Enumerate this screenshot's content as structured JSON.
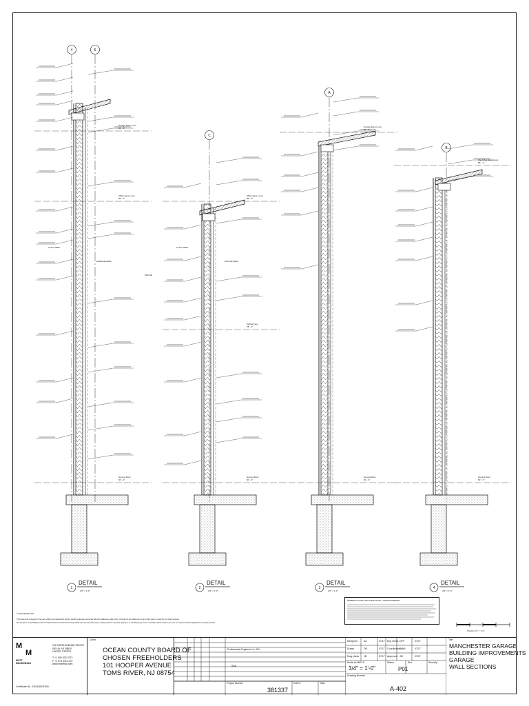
{
  "details": [
    {
      "number": "1",
      "title": "DETAIL",
      "scale": "3/4\" = 1'-0\"",
      "grids": [
        "4",
        "5"
      ],
      "levels": [
        {
          "name": "Garage Eave Level",
          "elev": "86' - 0\""
        },
        {
          "name": "Office Eave Level",
          "elev": "86' - 0\""
        },
        {
          "name": "Ground Floor",
          "elev": "60' - 0\""
        }
      ],
      "rooms": [
        "ATTIC AREA",
        "GARAGE AREA",
        "OFFICE"
      ]
    },
    {
      "number": "2",
      "title": "DETAIL",
      "scale": "3/4\" = 1'-0\"",
      "grids": [
        "C"
      ],
      "levels": [
        {
          "name": "Office Eave Level",
          "elev": "86' - 0\""
        },
        {
          "name": "Ceiling Floor",
          "elev": "78' - 0\""
        },
        {
          "name": "Ground Floor",
          "elev": "60' - 0\""
        }
      ],
      "rooms": [
        "ATTIC AREA",
        "OFFICE AREA"
      ]
    },
    {
      "number": "3",
      "title": "DETAIL",
      "scale": "3/4\" = 1'-0\"",
      "grids": [
        "A"
      ],
      "levels": [
        {
          "name": "Garage Eave Level",
          "elev": "86' - 0\""
        },
        {
          "name": "Ground Floor",
          "elev": "60' - 0\""
        }
      ],
      "rooms": []
    },
    {
      "number": "4",
      "title": "DETAIL",
      "scale": "3/4\" = 1'-0\"",
      "grids": [
        "B"
      ],
      "levels": [
        {
          "name": "Wash Bay Eave Level",
          "elev": "86' - 0\""
        },
        {
          "name": "Ground Floor",
          "elev": "60' - 0\""
        }
      ],
      "rooms": []
    }
  ],
  "title_block": {
    "firm_name": "MOTT MACDONALD",
    "firm_address": [
      "111 WOOD AVENUE SOUTH",
      "ISELIN, NJ 08830",
      "UNITED STATES"
    ],
    "firm_phone": [
      "T +1 800 832 3272",
      "F +1 973 376 1072"
    ],
    "firm_web": "www.mottmac.com",
    "certificate": "Certificate No. 24GA28031600",
    "client_label": "Client",
    "client_lines": [
      "OCEAN COUNTY BOARD OF",
      "CHOSEN FREEHOLDERS",
      "101 HOOPER AVENUE",
      "TOMS RIVER, NJ 08754"
    ],
    "engineer_label": "Professional Engineer Lic. NO.",
    "seal_label": "Seal",
    "project_number_label": "Project Number",
    "project_number": "381337",
    "drawing_number_label": "Drawing Number",
    "drawing_number": "A-402",
    "scale_label": "Scale at ANSI D",
    "scale": "3/4\" = 1'-0\"",
    "status_label": "Status",
    "status": "P01",
    "rev_label": "Rev",
    "security_label": "Security",
    "wbs_label": "W.B.S.",
    "total_label": "Total",
    "rows": [
      {
        "label": "Designed",
        "initials": "AA",
        "date": "07/17",
        "label2": "Eng check",
        "initials2": "DFP",
        "date2": "07/17"
      },
      {
        "label": "Drawn",
        "initials": "DR",
        "date": "07/17",
        "label2": "Coordination",
        "initials2": "DMM",
        "date2": "07/17"
      },
      {
        "label": "Dwg check",
        "initials": "JB",
        "date": "07/17",
        "label2": "Approved",
        "initials2": "JM",
        "date2": "07/17"
      }
    ],
    "project_title": [
      "MANCHESTER GARAGE",
      "BUILDING IMPROVEMENTS",
      "GARAGE",
      "WALL SECTIONS"
    ],
    "title_label": "Title"
  },
  "notes": {
    "copyright": "© Mott MacDonald",
    "disclaimer_1": "This document is issued for the party which commissioned it and for specific purposes connected with the captioned project only. It should not be relied upon by any other party or used for any other purpose.",
    "disclaimer_2": "We accept no responsibility for the consequences of this document being relied upon by any other party, or being used for any other purpose, or containing any error or omission which is due to an error or omission in data supplied to us by other parties.",
    "general_note_title": "GENERAL NOTE FOR INSULATION / VAPOR BARRIER"
  },
  "scale_bar_label": "SCALE 3/4\" = 1'-0\""
}
